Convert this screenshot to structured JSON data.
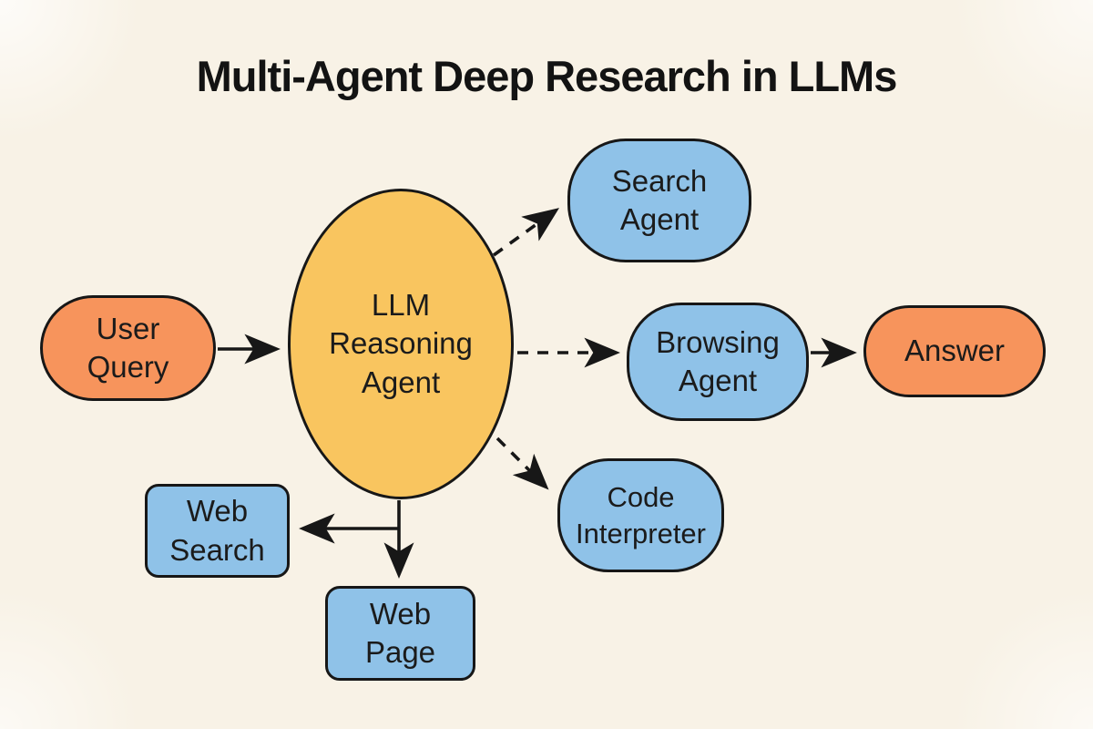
{
  "title": "Multi-Agent Deep Research in LLMs",
  "colors": {
    "background": "#f8f2e6",
    "orange_node": "#f7945c",
    "yellow_node": "#f9c55f",
    "blue_node": "#8fc2e8",
    "stroke": "#171717",
    "text": "#1b1b1b"
  },
  "nodes": {
    "user_query": {
      "label": "User\nQuery",
      "shape": "pill",
      "color": "orange"
    },
    "llm_reasoning": {
      "label": "LLM\nReasoning\nAgent",
      "shape": "ellipse",
      "color": "yellow"
    },
    "search_agent": {
      "label": "Search\nAgent",
      "shape": "pill",
      "color": "blue"
    },
    "browsing_agent": {
      "label": "Browsing\nAgent",
      "shape": "pill",
      "color": "blue"
    },
    "answer": {
      "label": "Answer",
      "shape": "pill",
      "color": "orange"
    },
    "code_interpreter": {
      "label": "Code\nInterpreter",
      "shape": "pill",
      "color": "blue"
    },
    "web_search": {
      "label": "Web\nSearch",
      "shape": "rect",
      "color": "blue"
    },
    "web_page": {
      "label": "Web\nPage",
      "shape": "rect",
      "color": "blue"
    }
  },
  "edges": [
    {
      "from": "user_query",
      "to": "llm_reasoning",
      "style": "solid"
    },
    {
      "from": "llm_reasoning",
      "to": "search_agent",
      "style": "dashed"
    },
    {
      "from": "llm_reasoning",
      "to": "browsing_agent",
      "style": "dashed"
    },
    {
      "from": "llm_reasoning",
      "to": "code_interpreter",
      "style": "dashed"
    },
    {
      "from": "browsing_agent",
      "to": "answer",
      "style": "solid"
    },
    {
      "from": "llm_reasoning",
      "to": "web_search",
      "style": "solid"
    },
    {
      "from": "llm_reasoning",
      "to": "web_page",
      "style": "solid"
    }
  ]
}
